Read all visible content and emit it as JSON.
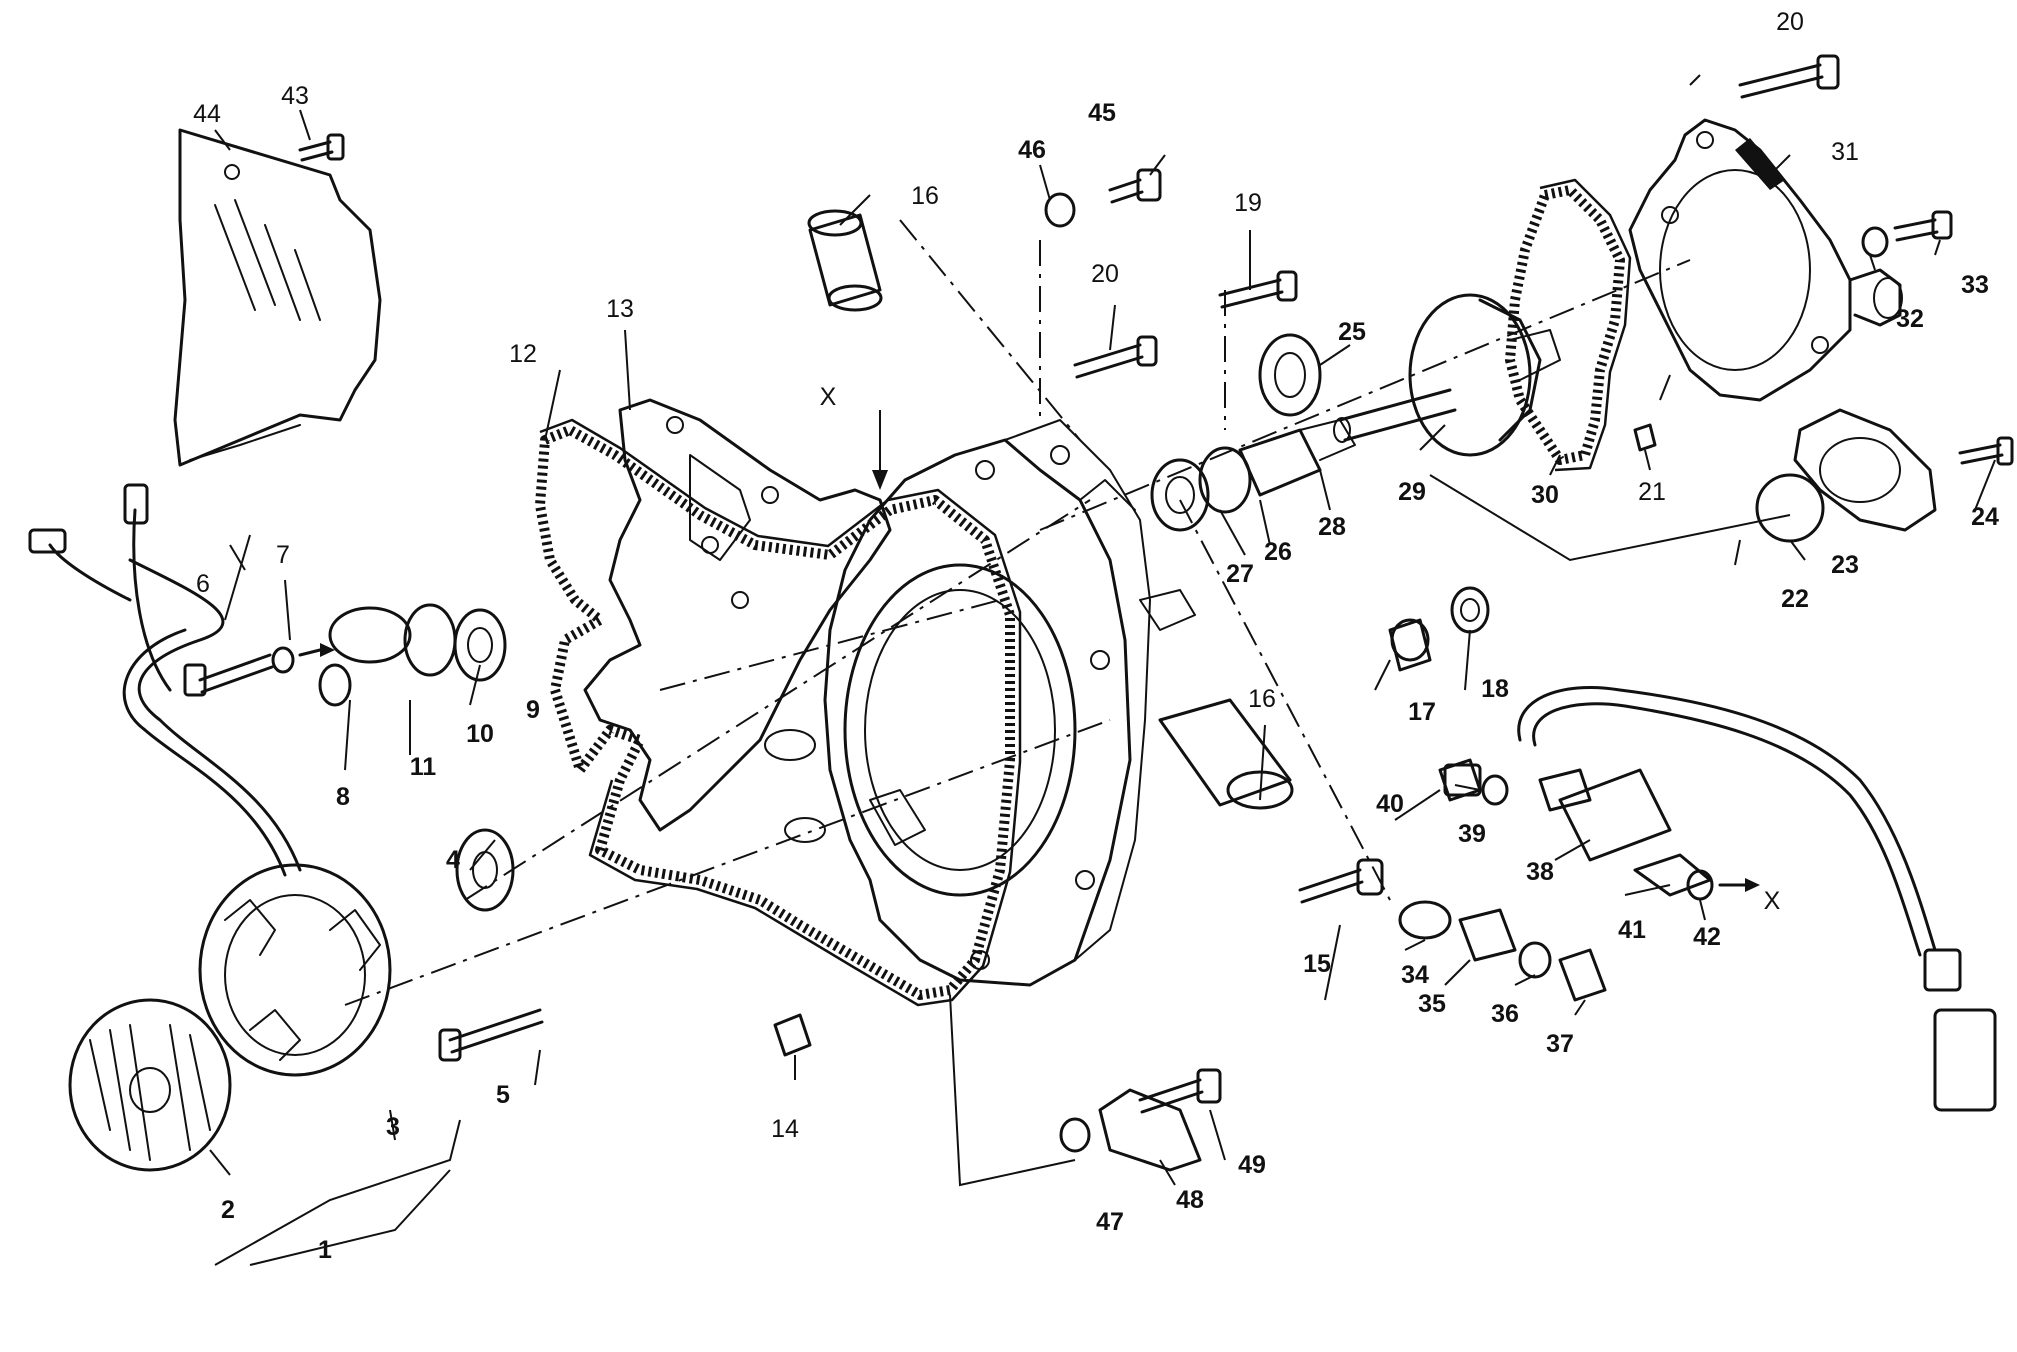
{
  "diagram": {
    "callouts": {
      "n1": "1",
      "n2": "2",
      "n3": "3",
      "n4": "4",
      "n5": "5",
      "n6": "6",
      "n7": "7",
      "n8": "8",
      "n9": "9",
      "n10": "10",
      "n11": "11",
      "n12": "12",
      "n13": "13",
      "n14": "14",
      "n15": "15",
      "n16a": "16",
      "n16b": "16",
      "n17": "17",
      "n18": "18",
      "n19": "19",
      "n20a": "20",
      "n20b": "20",
      "n21": "21",
      "n22": "22",
      "n23": "23",
      "n24": "24",
      "n25": "25",
      "n26": "26",
      "n27": "27",
      "n28": "28",
      "n29": "29",
      "n30": "30",
      "n31": "31",
      "n32": "32",
      "n33": "33",
      "n34": "34",
      "n35": "35",
      "n36": "36",
      "n37": "37",
      "n38": "38",
      "n39": "39",
      "n40": "40",
      "n41": "41",
      "n42": "42",
      "n43": "43",
      "n44": "44",
      "n45": "45",
      "n46": "46",
      "n47": "47",
      "n48": "48",
      "n49": "49"
    },
    "markers": {
      "x_top": "X",
      "x_right": "X"
    }
  }
}
